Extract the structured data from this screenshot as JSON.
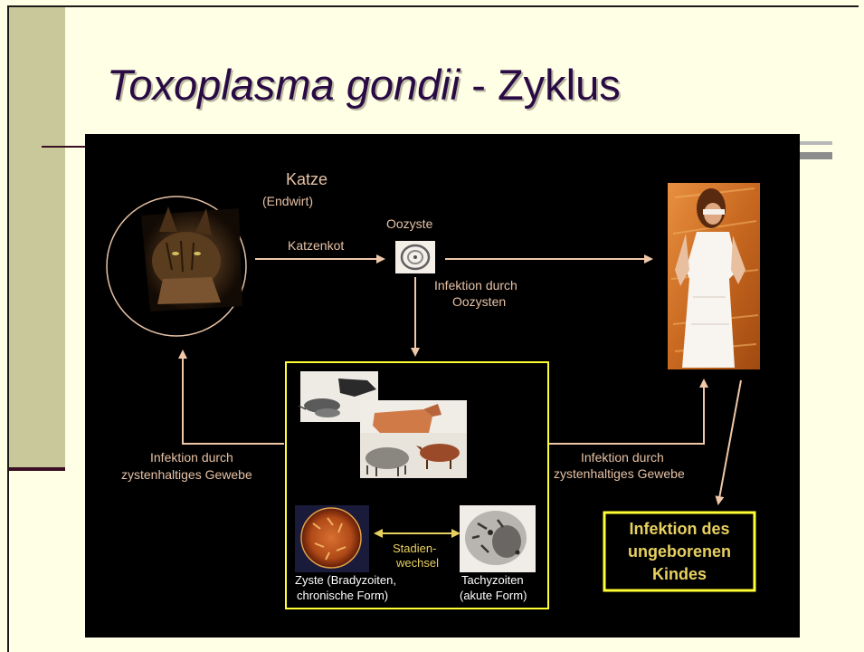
{
  "slide": {
    "title_italic": "Toxoplasma gondii",
    "title_rest": " - Zyklus"
  },
  "diagram": {
    "cat_label": "Katze",
    "cat_sublabel": "(Endwirt)",
    "feces_label": "Katzenkot",
    "oocyst_label": "Oozyste",
    "oocyst_infection_line1": "Infektion durch",
    "oocyst_infection_line2": "Oozysten",
    "left_infection_line1": "Infektion durch",
    "left_infection_line2": "zystenhaltiges Gewebe",
    "right_infection_line1": "Infektion durch",
    "right_infection_line2": "zystenhaltiges Gewebe",
    "stage_change_line1": "Stadien-",
    "stage_change_line2": "wechsel",
    "cyst_line1": "Zyste (Bradyzoiten,",
    "cyst_line2": "chronische Form)",
    "tachy_line1": "Tachyzoiten",
    "tachy_line2": "(akute Form)",
    "unborn_line1": "Infektion des",
    "unborn_line2": "ungeborenen",
    "unborn_line3": "Kindes"
  },
  "colors": {
    "slide_bg": "#ffffe6",
    "title": "#2a0a45",
    "diagram_bg": "#000000",
    "arrow": "#f0c8a8",
    "text_light": "#e6c2a6",
    "box_border": "#ffff33"
  }
}
